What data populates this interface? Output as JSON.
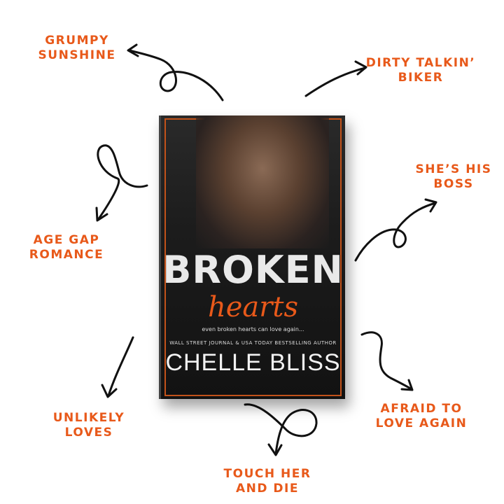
{
  "tropes": [
    {
      "lines": [
        "GRUMPY",
        "SUNSHINE"
      ]
    },
    {
      "lines": [
        "DIRTY TALKIN’",
        "BIKER"
      ]
    },
    {
      "lines": [
        "SHE’S HIS",
        "BOSS"
      ]
    },
    {
      "lines": [
        "AGE GAP",
        "ROMANCE"
      ]
    },
    {
      "lines": [
        "UNLIKELY",
        "LOVES"
      ]
    },
    {
      "lines": [
        "AFRAID TO",
        "LOVE AGAIN"
      ]
    },
    {
      "lines": [
        "TOUCH HER",
        "AND DIE"
      ]
    }
  ],
  "book": {
    "title_top": "BROKEN",
    "title_script": "hearts",
    "tagline": "even broken hearts can love again...",
    "byline": "WALL STREET JOURNAL & USA TODAY BESTSELLING AUTHOR",
    "author": "CHELLE BLISS"
  },
  "colors": {
    "accent": "#e8591a",
    "arrow": "#111111"
  }
}
